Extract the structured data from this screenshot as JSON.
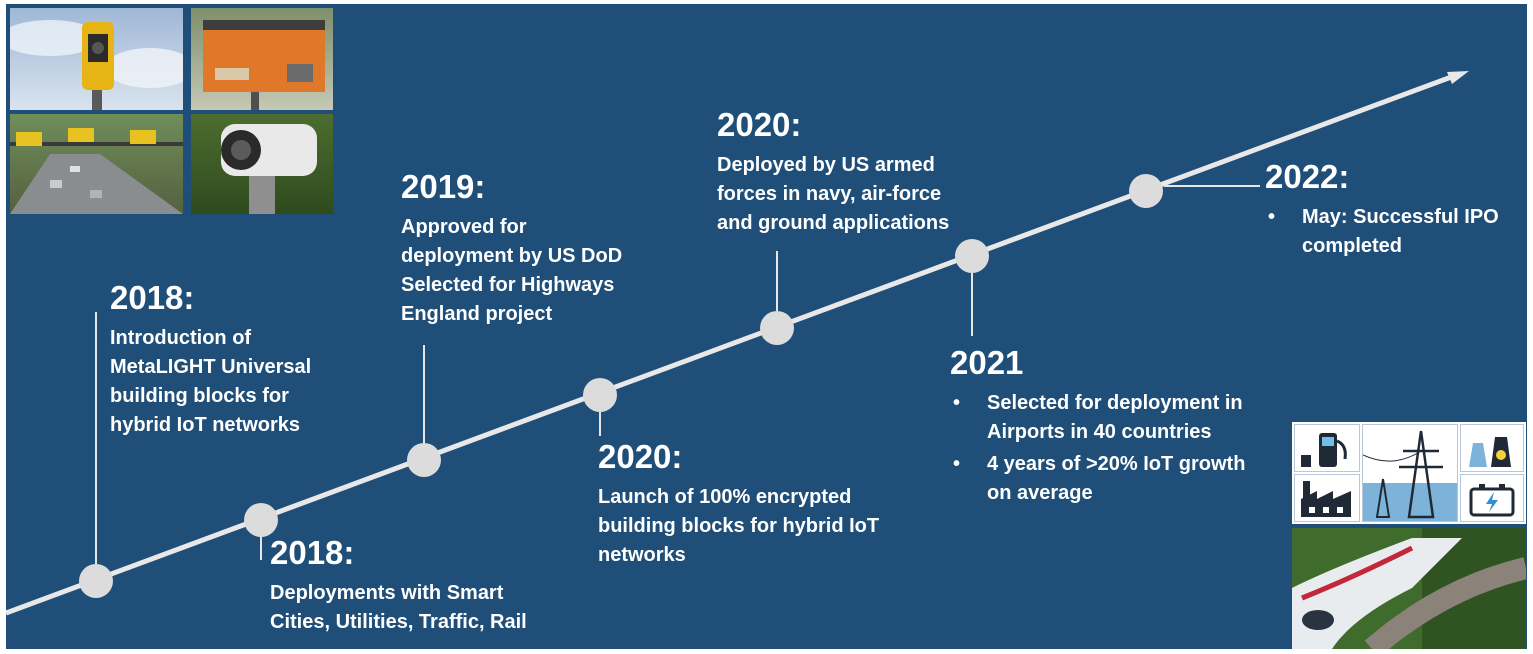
{
  "colors": {
    "background": "#1f4e79",
    "timeline_line": "#e8e8e8",
    "node": "#dcdcdc",
    "text": "#ffffff"
  },
  "milestones": [
    {
      "year": "2018:",
      "lines": [
        "Introduction of",
        "MetaLIGHT  Universal",
        "building blocks for",
        "hybrid IoT networks"
      ]
    },
    {
      "year": "2018:",
      "lines": [
        "Deployments with Smart",
        "Cities, Utilities, Traffic, Rail"
      ]
    },
    {
      "year": "2019:",
      "lines": [
        "Approved for",
        "deployment by US DoD",
        "Selected for Highways",
        "England project"
      ]
    },
    {
      "year": "2020:",
      "lines": [
        "Launch of 100% encrypted",
        "building blocks for hybrid IoT",
        "networks"
      ]
    },
    {
      "year": "2020:",
      "lines": [
        "Deployed by US armed",
        "forces in navy, air-force",
        "and ground applications"
      ]
    },
    {
      "year": "2021",
      "bullet": "•",
      "bullets": [
        [
          "Selected for deployment in",
          "Airports in 40 countries"
        ],
        [
          "4 years of >20% IoT growth",
          "on average"
        ]
      ]
    },
    {
      "year": "2022:",
      "bullet": "•",
      "bullets": [
        [
          "May: Successful IPO",
          "completed"
        ]
      ]
    }
  ],
  "images": {
    "collage": [
      "speed-camera-yellow",
      "speed-camera-orange-box",
      "motorway-cameras",
      "cctv-camera"
    ],
    "icons": [
      "fuel-pump-icon",
      "power-pylon-icon",
      "nuclear-plant-icon",
      "factory-icon",
      "battery-icon"
    ],
    "photo": "high-speed-train"
  }
}
